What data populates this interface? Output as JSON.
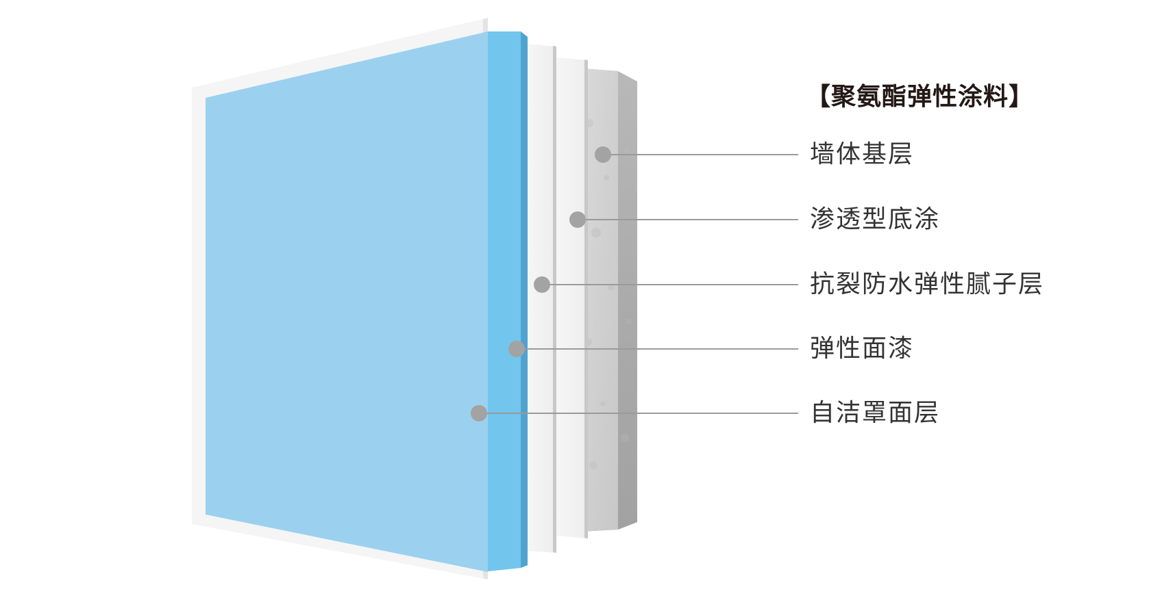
{
  "title": "【聚氨酯弹性涂料】",
  "layers": [
    {
      "label": "墙体基层"
    },
    {
      "label": "渗透型底涂"
    },
    {
      "label": "抗裂防水弹性腻子层"
    },
    {
      "label": "弹性面漆"
    },
    {
      "label": "自洁罩面层"
    }
  ],
  "colors": {
    "blue_face": "#9BD1EF",
    "blue_edge": "#72C6EE",
    "blue_dark": "#4FA3CF",
    "frame": "#F5F5F5",
    "white_panel": "#F4F4F4",
    "concrete": "#D6D6D6",
    "concrete_side": "#B0B0B0",
    "marker": "#A3A3A3",
    "leader": "#9A9A9A",
    "label_text": "#333333",
    "title_text": "#231815"
  }
}
